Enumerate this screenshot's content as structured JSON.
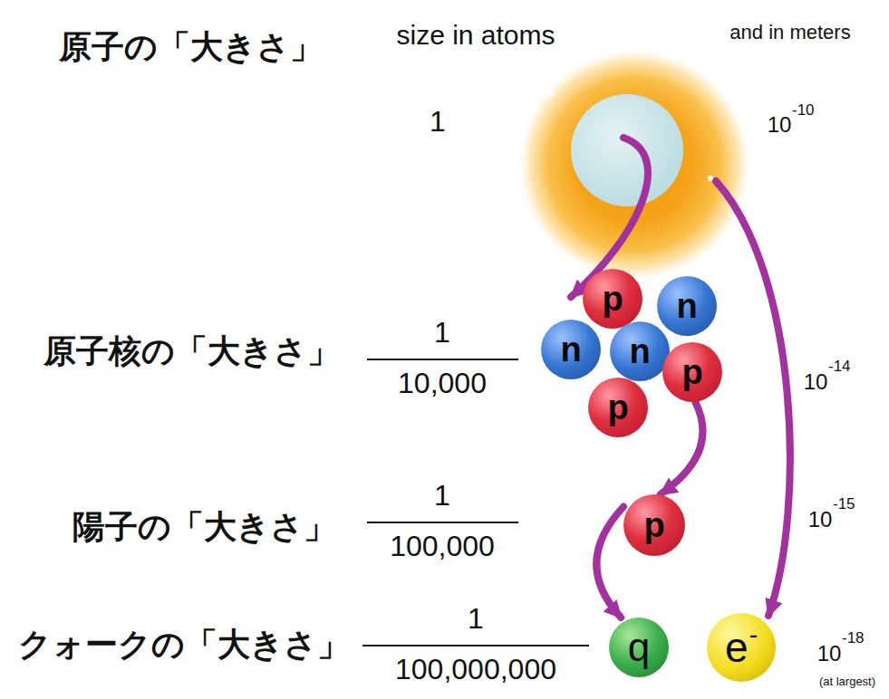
{
  "diagram": {
    "nodes": [
      {
        "text": [
          "p"
        ]
      },
      {
        "text": [
          "n"
        ]
      },
      {
        "text": [
          "n"
        ]
      },
      {
        "text": [
          "n"
        ]
      },
      {
        "text": [
          "p"
        ]
      },
      {
        "text": [
          "p"
        ]
      },
      {
        "text": [
          "p"
        ]
      },
      {
        "text": [
          "q"
        ]
      },
      {
        "text": [
          "e",
          "-"
        ]
      }
    ],
    "edges": [
      {
        "from": 4,
        "to": 6,
        "arrow": "to"
      },
      {
        "from": 6,
        "to": 7,
        "arrow": "to"
      }
    ],
    "labels": [
      "size in atoms",
      "and in meters",
      "原子の「大きさ」",
      "1",
      "10",
      "-10",
      "原子核の「大きさ」",
      "1",
      "10,000",
      "10",
      "-14",
      "陽子の「大きさ」",
      "1",
      "100,000",
      "10",
      "-15",
      "クォークの「大きさ」",
      "1",
      "100,000,000",
      "10",
      "-18",
      "(at largest)"
    ]
  }
}
